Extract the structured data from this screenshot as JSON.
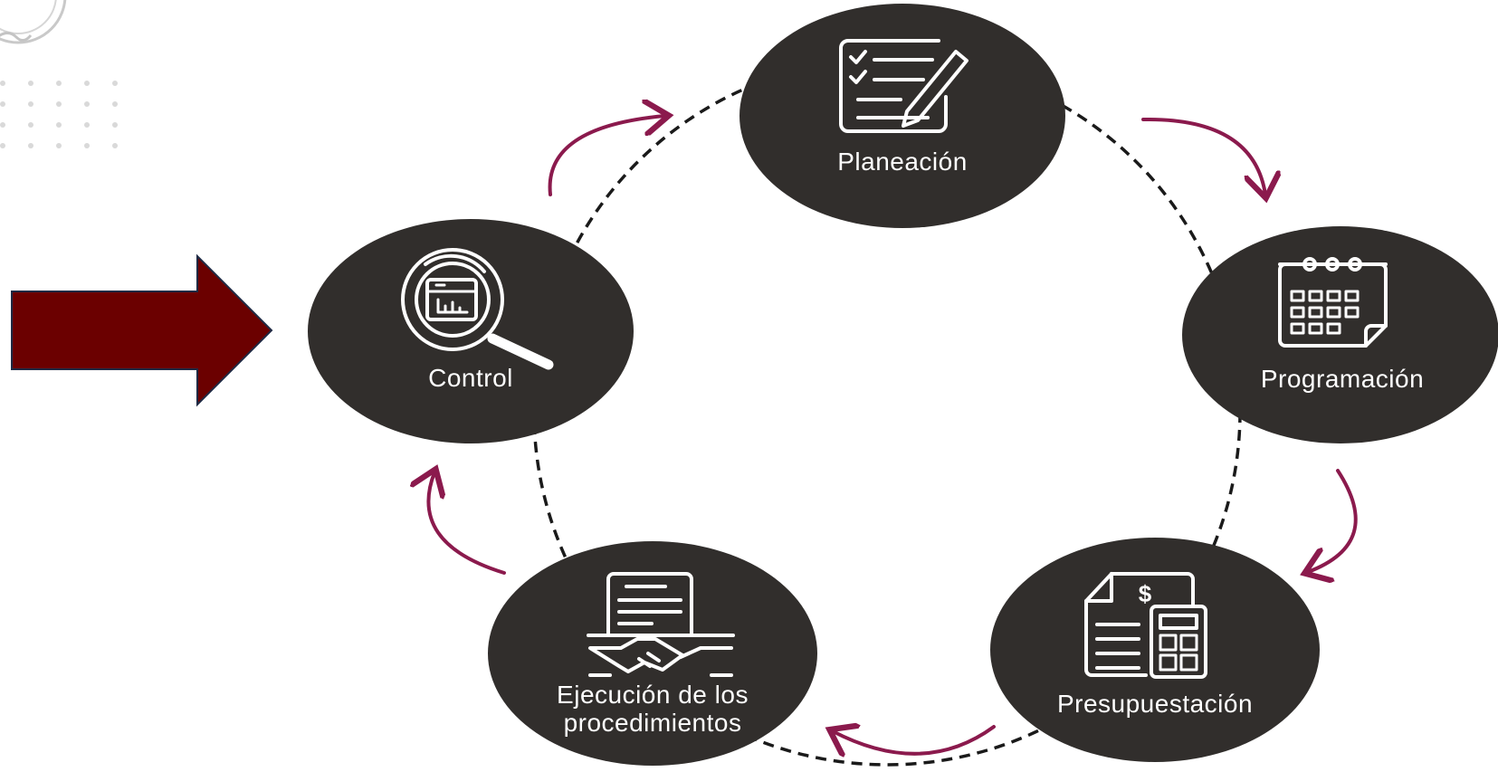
{
  "colors": {
    "circle": "#312e2c",
    "cycle_arrow": "#8b1a4d",
    "pointer_arrow_fill": "#6b0000",
    "pointer_arrow_stroke": "#1f2a44",
    "dashed_ring": "#1a1a1a",
    "dot_grid": "#d9d9d9"
  },
  "nodes": [
    {
      "id": "planeacion",
      "label": "Planeación",
      "icon": "checklist-pencil-icon"
    },
    {
      "id": "programacion",
      "label": "Programación",
      "icon": "calendar-icon"
    },
    {
      "id": "presupuestacion",
      "label": "Presupuestación",
      "icon": "budget-calculator-icon"
    },
    {
      "id": "ejecucion",
      "label_line1": "Ejecución de los",
      "label_line2": "procedimientos",
      "icon": "contract-handshake-icon"
    },
    {
      "id": "control",
      "label": "Control",
      "icon": "magnifier-chart-icon"
    }
  ],
  "pointer": {
    "icon": "pointer-arrow",
    "target": "control"
  }
}
